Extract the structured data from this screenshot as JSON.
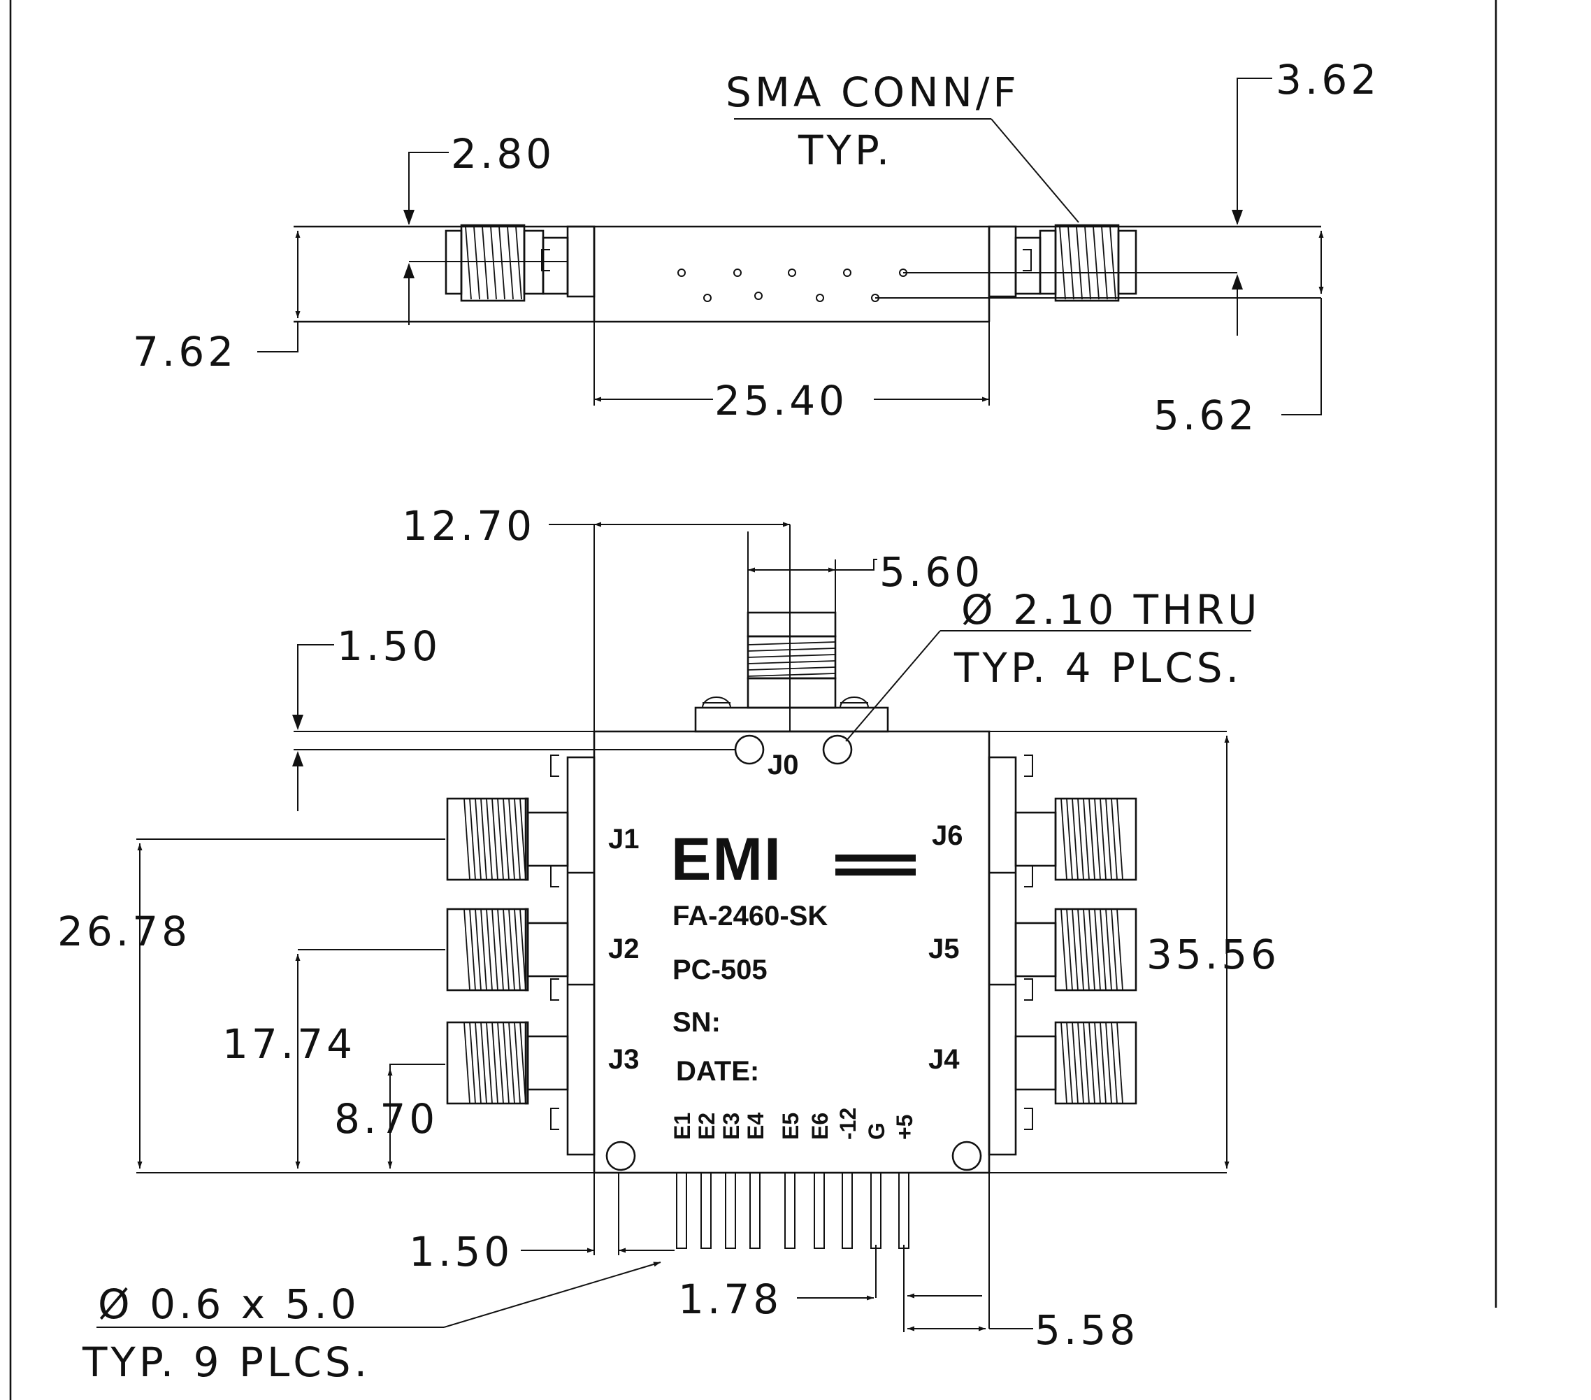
{
  "dimensions": {
    "top_width": "25.40",
    "top_height": "7.62",
    "top_offset_left": "2.80",
    "top_offset_right": "3.62",
    "top_offset_right_lower": "5.62",
    "center_x": "12.70",
    "connector_width": "5.60",
    "flange_height": "1.50",
    "port_j1_y": "26.78",
    "port_j2_y": "17.74",
    "port_j3_y": "8.70",
    "body_height": "35.56",
    "pin_offset_left": "1.50",
    "pin_pitch": "1.78",
    "pin_offset_right": "5.58"
  },
  "notes": {
    "sma_line1": "SMA CONN/F",
    "sma_line2": "TYP.",
    "hole_line1": "Ø 2.10 THRU",
    "hole_line2": "TYP. 4 PLCS.",
    "pin_line1": "Ø 0.6 x 5.0",
    "pin_line2": "TYP. 9 PLCS."
  },
  "ports": {
    "j0": "J0",
    "j1": "J1",
    "j2": "J2",
    "j3": "J3",
    "j4": "J4",
    "j5": "J5",
    "j6": "J6"
  },
  "label": {
    "brand": "EMI",
    "model": "FA-2460-SK",
    "pc": "PC-505",
    "sn": "SN:",
    "date": "DATE:"
  },
  "pins": [
    "E1",
    "E2",
    "E3",
    "E4",
    "E5",
    "E6",
    "-12",
    "G",
    "+5"
  ]
}
